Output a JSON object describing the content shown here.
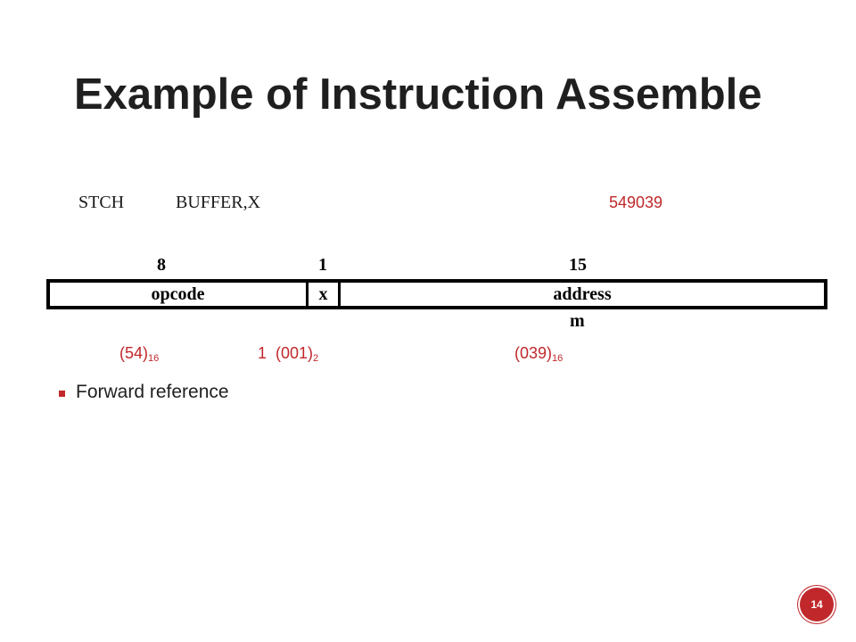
{
  "slide": {
    "title": "Example of Instruction Assemble",
    "instruction": {
      "mnemonic": "STCH",
      "operand": "BUFFER,X",
      "object_code": "549039"
    },
    "format": {
      "bit_widths": [
        "8",
        "1",
        "15"
      ],
      "fields": [
        "opcode",
        "x",
        "address"
      ],
      "address_label": "m",
      "values": {
        "opcode": {
          "text": "(54)",
          "base": "16"
        },
        "x": {
          "text": "1  (001)",
          "base": "2"
        },
        "address": {
          "text": "(039)",
          "base": "16"
        }
      }
    },
    "bullets": [
      "Forward reference"
    ],
    "page_number": "14",
    "accent_color": "#c0282b"
  }
}
